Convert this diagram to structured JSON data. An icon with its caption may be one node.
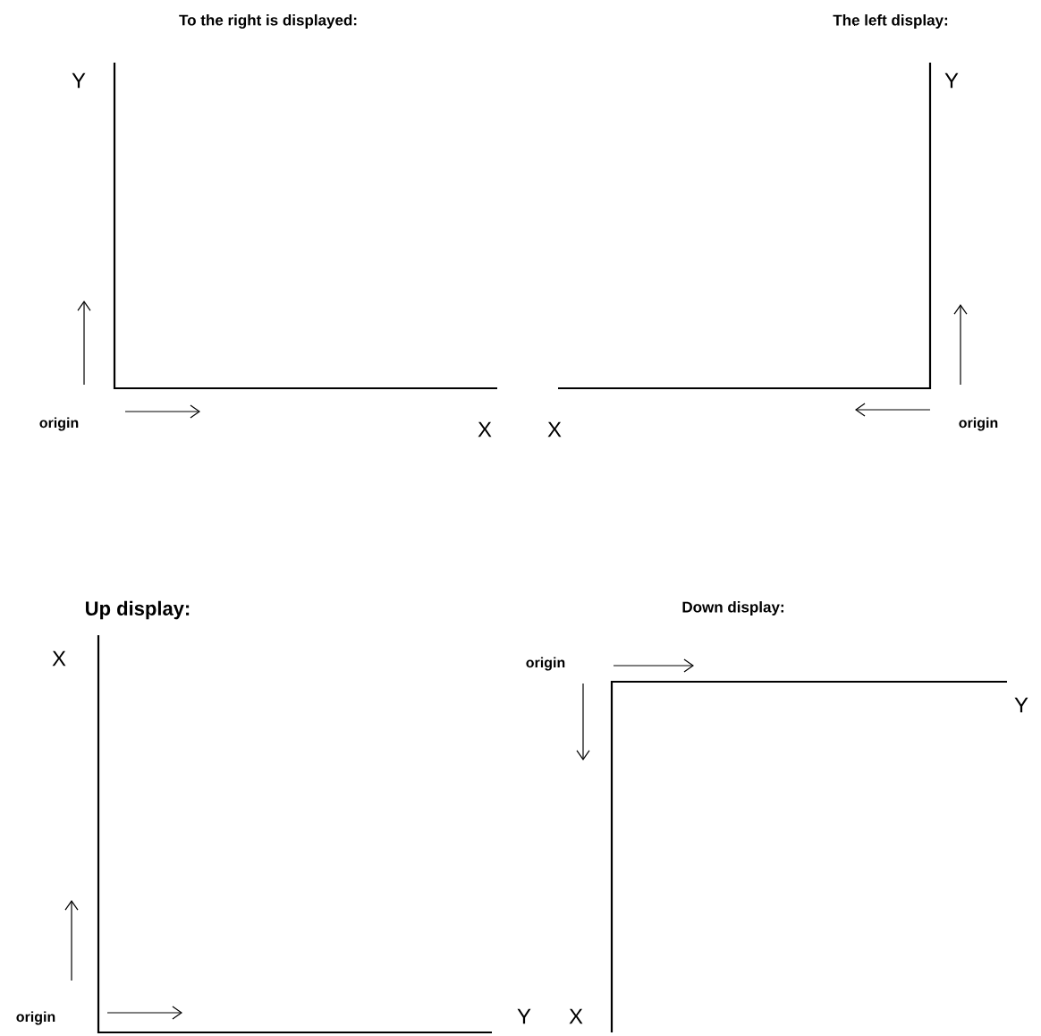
{
  "diagram": {
    "labels": [
      "To the right is displayed:",
      "Y",
      "origin",
      "X",
      "The left display:",
      "Y",
      "X",
      "origin",
      "Up display:",
      "X",
      "origin",
      "Y",
      "Down display:",
      "origin",
      "Y",
      "X"
    ]
  }
}
